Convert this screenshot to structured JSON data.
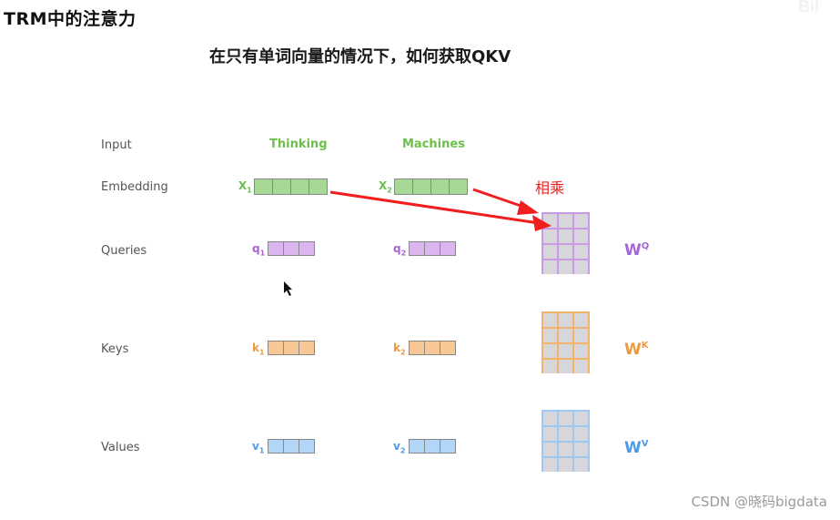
{
  "slide": {
    "title": "TRM中的注意力",
    "subtitle": "在只有单词向量的情况下，如何获取QKV",
    "corner_logo": "Bil"
  },
  "rows": {
    "input": "Input",
    "embedding": "Embedding",
    "queries": "Queries",
    "keys": "Keys",
    "values": "Values"
  },
  "words": [
    {
      "text": "Thinking"
    },
    {
      "text": "Machines"
    }
  ],
  "vectors": {
    "x1": {
      "base": "X",
      "sub": "1"
    },
    "x2": {
      "base": "X",
      "sub": "2"
    },
    "q1": {
      "base": "q",
      "sub": "1"
    },
    "q2": {
      "base": "q",
      "sub": "2"
    },
    "k1": {
      "base": "k",
      "sub": "1"
    },
    "k2": {
      "base": "k",
      "sub": "2"
    },
    "v1": {
      "base": "v",
      "sub": "1"
    },
    "v2": {
      "base": "v",
      "sub": "2"
    }
  },
  "weights": {
    "wq": {
      "base": "W",
      "sup": "Q"
    },
    "wk": {
      "base": "W",
      "sup": "K"
    },
    "wv": {
      "base": "W",
      "sup": "V"
    }
  },
  "annotation": {
    "text": "相乘"
  },
  "colors": {
    "green_fill": "#a8d896",
    "green_text": "#6dbf4b",
    "purple_fill": "#dcb6f0",
    "purple_text": "#a863d6",
    "purple_border": "#c99be6",
    "orange_fill": "#f7c895",
    "orange_text": "#ee9a3f",
    "orange_border": "#f2b36b",
    "blue_fill": "#b2d6f7",
    "blue_text": "#4d9be6",
    "blue_border": "#9cc8f2",
    "arrow_red": "#f01e1e"
  },
  "watermark": "CSDN @晓码bigdata"
}
